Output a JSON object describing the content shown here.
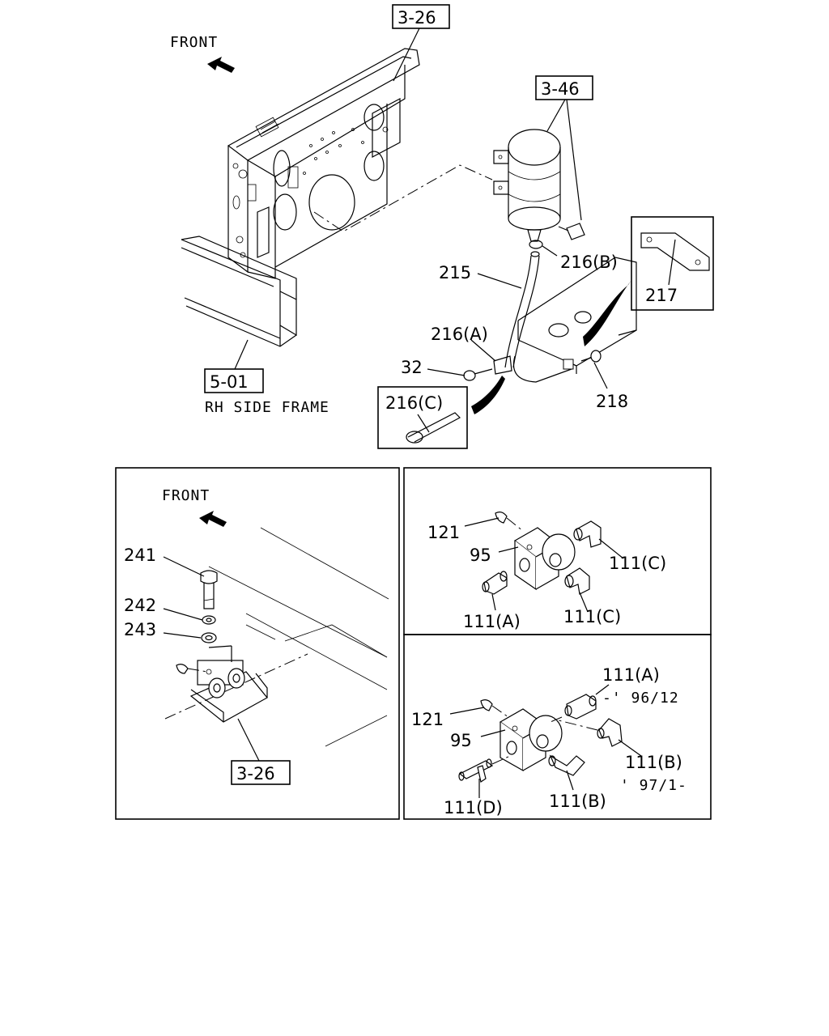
{
  "top_view": {
    "front_label": "FRONT",
    "ref_3_26": "3-26",
    "ref_3_46": "3-46",
    "ref_5_01": "5-01",
    "frame_caption": "RH SIDE FRAME",
    "parts": {
      "p215": "215",
      "p216b": "216(B)",
      "p216a": "216(A)",
      "p216c": "216(C)",
      "p217": "217",
      "p218": "218",
      "p32": "32"
    }
  },
  "left_panel": {
    "front_label": "FRONT",
    "ref_3_26": "3-26",
    "parts": {
      "p241": "241",
      "p242": "242",
      "p243": "243"
    }
  },
  "right_top_panel": {
    "p121": "121",
    "p95": "95",
    "p111c_1": "111(C)",
    "p111c_2": "111(C)",
    "p111a": "111(A)"
  },
  "right_bottom_panel": {
    "p111a": "111(A)",
    "p111a_range": "-' 96/12",
    "p121": "121",
    "p95": "95",
    "p111b_1": "111(B)",
    "p111b_range": "' 97/1-",
    "p111b_2": "111(B)",
    "p111d": "111(D)"
  }
}
